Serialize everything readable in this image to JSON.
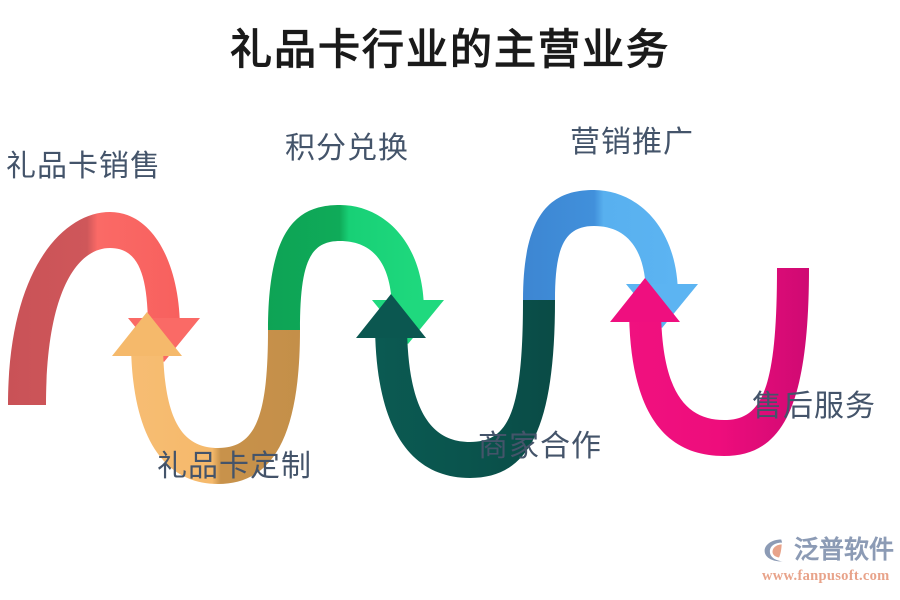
{
  "page": {
    "title": "礼品卡行业的主营业务",
    "background_color": "#ffffff",
    "title_color": "#1a1a1a",
    "label_color": "#44546a"
  },
  "chart_data": {
    "type": "diagram",
    "subtype": "zigzag-wave-process",
    "title": "礼品卡行业的主营业务",
    "segment_count": 6,
    "orientation": "left-to-right alternating peaks and valleys",
    "segments": [
      {
        "index": 1,
        "label": "礼品卡销售",
        "shape": "peak",
        "color": "#e8615f",
        "color_dark": "#c95257",
        "arrow": "down-right",
        "label_position": "above-left"
      },
      {
        "index": 2,
        "label": "礼品卡定制",
        "shape": "valley",
        "color": "#f5b96b",
        "color_dark": "#c8924b",
        "arrow": "up-left",
        "label_position": "below"
      },
      {
        "index": 3,
        "label": "积分兑换",
        "shape": "peak",
        "color": "#18c972",
        "color_dark": "#0ea355",
        "arrow": "down-right",
        "label_position": "above"
      },
      {
        "index": 4,
        "label": "商家合作",
        "shape": "valley",
        "color": "#0b5750",
        "color_dark": "#0a4b46",
        "arrow": "up-left",
        "label_position": "below"
      },
      {
        "index": 5,
        "label": "营销推广",
        "shape": "peak",
        "color": "#56ace8",
        "color_dark": "#3d86d2",
        "arrow": "down-right",
        "label_position": "above"
      },
      {
        "index": 6,
        "label": "售后服务",
        "shape": "valley",
        "color": "#ef0f7f",
        "color_dark": "#cf0a73",
        "arrow": "up-left",
        "label_position": "below-right"
      }
    ]
  },
  "labels": {
    "gift_card_sales": "礼品卡销售",
    "gift_card_custom": "礼品卡定制",
    "points_exchange": "积分兑换",
    "merchant_cooperation": "商家合作",
    "marketing_promotion": "营销推广",
    "after_sales_service": "售后服务"
  },
  "brand": {
    "name": "泛普软件",
    "url": "www.fanpusoft.com",
    "name_color": "#8c9bb5",
    "url_color": "#e8a38a",
    "mark_color": "#8c9bb5",
    "mark_accent": "#e8a38a"
  }
}
